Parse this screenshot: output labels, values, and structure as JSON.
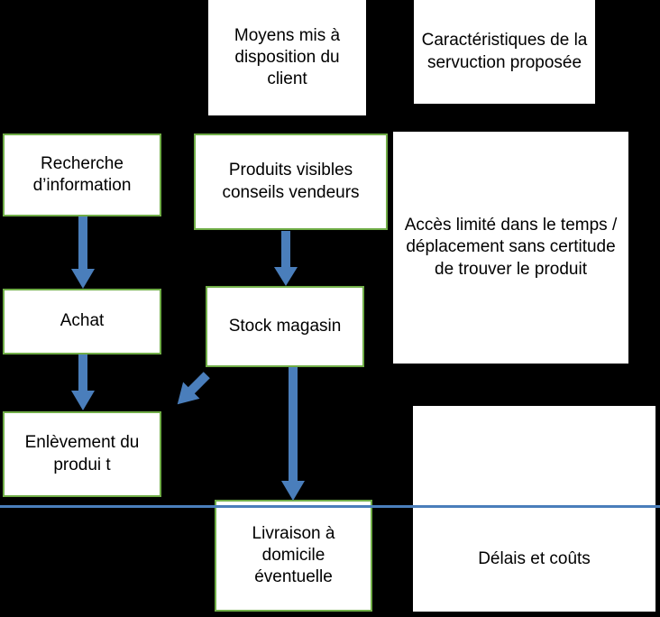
{
  "diagram": {
    "title": "Servuction process diagram",
    "accent_color": "#70AD47",
    "arrow_color": "#4A7EBB",
    "background_color": "#000000",
    "box_background": "#ffffff",
    "headers": [
      {
        "id": "moyens",
        "label": "Moyens mis à disposition du client"
      },
      {
        "id": "caracteristiques",
        "label": "Caractéristiques de la servuction proposée"
      }
    ],
    "nodes": [
      {
        "id": "recherche",
        "label": "Recherche d’information",
        "border": "green"
      },
      {
        "id": "produits",
        "label": "Produits visibles conseils vendeurs",
        "border": "green"
      },
      {
        "id": "acces",
        "label": "Accès limité dans le temps / déplacement sans certitude de trouver le produit",
        "border": "none"
      },
      {
        "id": "achat",
        "label": "Achat",
        "border": "green"
      },
      {
        "id": "stock",
        "label": "Stock magasin",
        "border": "green"
      },
      {
        "id": "enlevement",
        "label": "Enlèvement du produi t",
        "border": "green"
      },
      {
        "id": "livraison",
        "label": "Livraison à domicile éventuelle",
        "border": "green"
      },
      {
        "id": "delais",
        "label": "Délais et coûts",
        "border": "none"
      }
    ],
    "connectors": [
      {
        "id": "recherche-achat",
        "from": "recherche",
        "to": "achat",
        "kind": "arrow-down"
      },
      {
        "id": "produits-stock",
        "from": "produits",
        "to": "stock",
        "kind": "arrow-down"
      },
      {
        "id": "achat-enlevement",
        "from": "achat",
        "to": "enlevement",
        "kind": "arrow-down"
      },
      {
        "id": "stock-enlevement",
        "from": "stock",
        "to": "enlevement",
        "kind": "arrow-down-left"
      },
      {
        "id": "stock-livraison",
        "from": "stock",
        "to": "livraison",
        "kind": "arrow-down"
      },
      {
        "id": "separator",
        "from": "",
        "to": "",
        "kind": "horizontal-line"
      }
    ]
  }
}
